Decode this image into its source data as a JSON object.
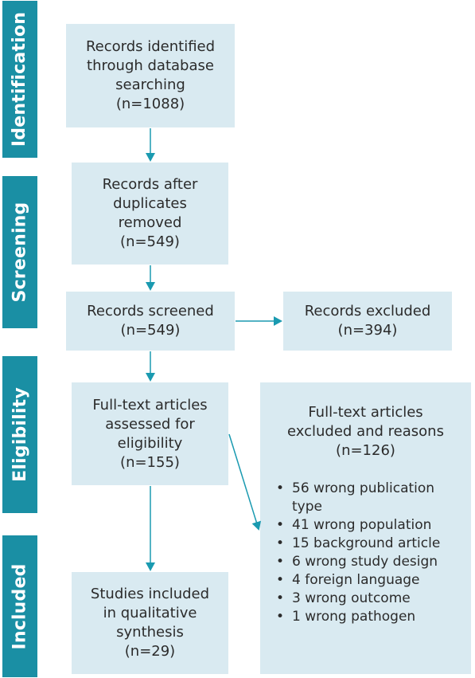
{
  "stages": {
    "identification": "Identification",
    "screening": "Screening",
    "eligibility": "Eligibility",
    "included": "Included"
  },
  "boxes": {
    "identified": [
      "Records identified",
      "through database",
      "searching",
      "(n=1088)"
    ],
    "after_duplicates": [
      "Records after",
      "duplicates",
      "removed",
      "(n=549)"
    ],
    "screened": [
      "Records screened",
      "(n=549)"
    ],
    "excluded": [
      "Records excluded",
      "(n=394)"
    ],
    "assessed": [
      "Full-text articles",
      "assessed for",
      "eligibility",
      "(n=155)"
    ],
    "fulltext_excluded": [
      "Full-text articles",
      "excluded and reasons",
      "(n=126)"
    ],
    "included": [
      "Studies included",
      "in qualitative",
      "synthesis",
      "(n=29)"
    ]
  },
  "reasons": [
    "56 wrong publication type",
    "41 wrong population",
    "15 background article",
    "6 wrong study design",
    "4 foreign language",
    "3 wrong outcome",
    "1 wrong pathogen"
  ],
  "colors": {
    "stage": "#1a8fa4",
    "box": "#d9eaf1",
    "arrow": "#1a9ab0"
  }
}
